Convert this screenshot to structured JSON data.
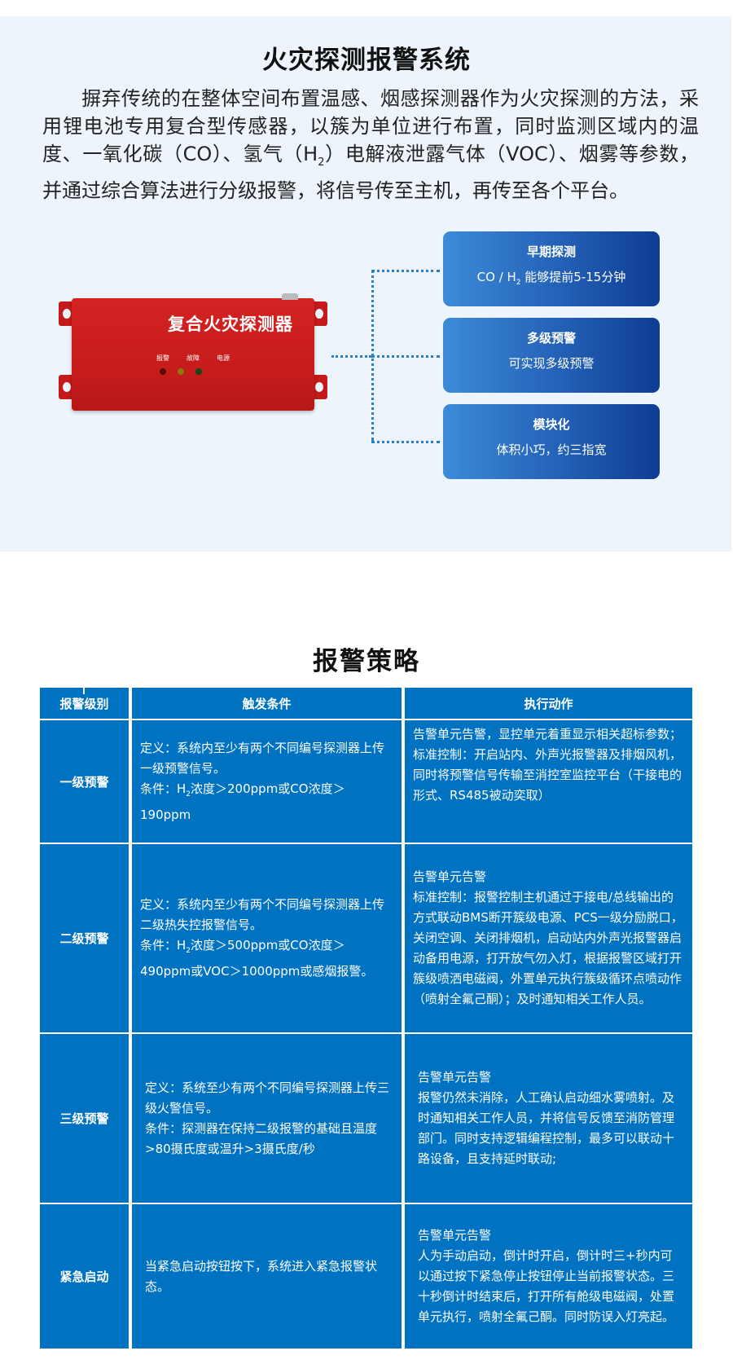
{
  "section1": {
    "title": "火灾探测报警系统",
    "intro_parts": {
      "a": "摒弃传统的在整体空间布置温感、烟感探测器作为火灾探测的方法，采用锂电池专用复合型传感器，以簇为单位进行布置，同时监测区域内的温度、一氧化碳（CO）、氢气（H",
      "sub": "2",
      "b": "）电解液泄露气体（VOC）、烟雾等参数，并通过综合算法进行分级报警，将信号传至主机，再传至各个平台。"
    },
    "device": {
      "label": "复合火灾探测器",
      "leds": [
        "报警",
        "故障",
        "电源"
      ],
      "led_colors": [
        "#5a0a0a",
        "#8a7a10",
        "#0f4a1a"
      ]
    },
    "features": [
      {
        "title": "早期探测",
        "desc_a": "CO / H",
        "desc_sub": "2",
        "desc_b": " 能够提前5-15分钟"
      },
      {
        "title": "多级预警",
        "desc_a": "可实现多级预警",
        "desc_sub": "",
        "desc_b": ""
      },
      {
        "title": "模块化",
        "desc_a": "体积小巧，约三指宽",
        "desc_sub": "",
        "desc_b": ""
      }
    ]
  },
  "section2": {
    "title": "报警策略",
    "table": {
      "headers": [
        "报警级别",
        "触发条件",
        "执行动作"
      ],
      "rows": [
        {
          "level": "一级预警",
          "cond_a": "定义：系统内至少有两个不同编号探测器上传一级预警信号。",
          "cond_b": "条件：H",
          "cond_sub": "2",
          "cond_c": "浓度＞200ppm或CO浓度＞190ppm",
          "action": "告警单元告警，显控单元着重显示相关超标参数；\n标准控制：开启站内、外声光报警器及排烟风机，同时将预警信号传输至消控室监控平台（干接电的形式、RS485被动奕取）"
        },
        {
          "level": "二级预警",
          "cond_a": "定义：系统内至少有两个不同编号探测器上传二级热失控报警信号。",
          "cond_b": "条件：H",
          "cond_sub": "2",
          "cond_c": "浓度＞500ppm或CO浓度＞490ppm或VOC＞1000ppm或感烟报警。",
          "action": "告警单元告警\n标准控制：报警控制主机通过于接电/总线输出的方式联动BMS断开簇级电源、PCS一级分励脱口，关闭空调、关闭排烟机，启动站内外声光报警器启动备用电源，打开放气勿入灯，根据报警区域打开簇级喷洒电磁阀，外置单元执行簇级循环点喷动作（喷射全氟己酮）；及时通知相关工作人员。"
        },
        {
          "level": "三级预警",
          "cond_a": "定义：系统至少有两个不同编号探测器上传三级火警信号。",
          "cond_b": "条件：探测器在保持二级报警的基础且温度>80摄氏度或温升>3摄氏度/秒",
          "cond_sub": "",
          "cond_c": "",
          "action": "告警单元告警\n报警仍然未消除，人工确认启动细水雾喷射。及时通知相关工作人员，并将信号反馈至消防管理部门。同时支持逻辑编程控制，最多可以联动十路设备，且支持延时联动;"
        },
        {
          "level": "紧急启动",
          "cond_a": "当紧急启动按钮按下，系统进入紧急报警状态。",
          "cond_b": "",
          "cond_sub": "",
          "cond_c": "",
          "action": "告警单元告警\n人为手动启动，倒计时开启，倒计时三+秒内可以通过按下紧急停止按钮停止当前报警状态。三十秒倒计时结束后，打开所有舱级电磁阀，处置单元执行，喷射全氟己酮。同时防误入灯亮起。"
        }
      ]
    }
  },
  "colors": {
    "page_bg": "#ffffff",
    "section_bg": "#edf4fb",
    "table_blue": "#0072c2",
    "card_gradient_start": "#3c8bd8",
    "card_gradient_end": "#0e3c93",
    "connector": "#2a7fc6",
    "device_red": "#d42222"
  }
}
